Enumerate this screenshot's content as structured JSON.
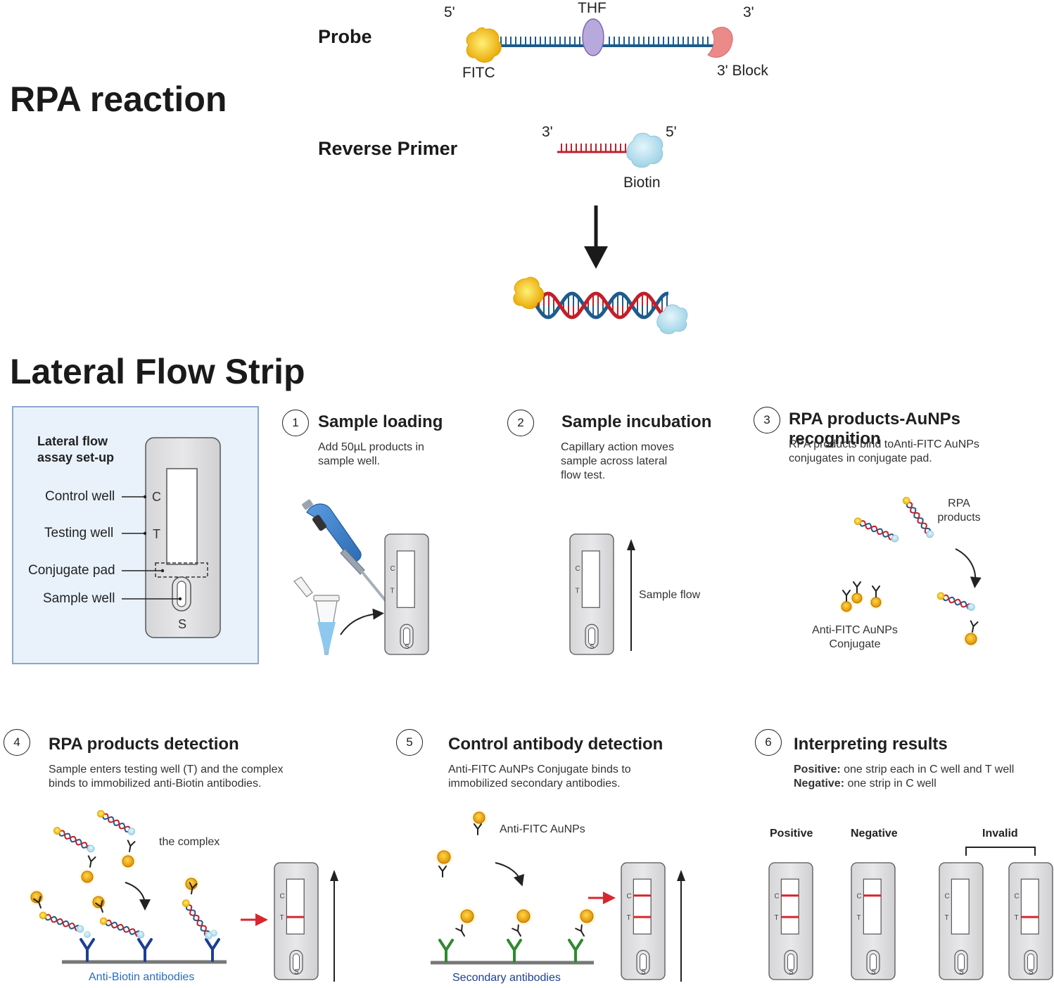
{
  "rpa": {
    "title": "RPA reaction",
    "probe_label": "Probe",
    "reverse_primer_label": "Reverse Primer",
    "probe_5": "5'",
    "probe_3": "3'",
    "thf": "THF",
    "fitc": "FITC",
    "block": "3' Block",
    "rp_3": "3'",
    "rp_5": "5'",
    "biotin": "Biotin"
  },
  "lfs": {
    "title": "Lateral Flow Strip",
    "setup_title_1": "Lateral flow",
    "setup_title_2": "assay set-up",
    "control_well": "Control well",
    "testing_well": "Testing well",
    "conjugate_pad": "Conjugate pad",
    "sample_well": "Sample well",
    "letter_c": "C",
    "letter_t": "T",
    "letter_s": "S"
  },
  "steps": [
    {
      "num": "1",
      "title": "Sample loading",
      "desc1": "Add 50µL products in",
      "desc2": "sample well."
    },
    {
      "num": "2",
      "title": "Sample incubation",
      "desc1": "Capillary action moves",
      "desc2": "sample across lateral",
      "desc3": "flow test.",
      "flow_label": "Sample flow"
    },
    {
      "num": "3",
      "title": "RPA products-AuNPs recognition",
      "desc1": "RPA products bind toAnti-FITC AuNPs",
      "desc2": "conjugates in conjugate pad.",
      "rpa_products_1": "RPA",
      "rpa_products_2": "products",
      "conj_1": "Anti-FITC AuNPs",
      "conj_2": "Conjugate"
    },
    {
      "num": "4",
      "title": "RPA products detection",
      "desc1": "Sample enters testing well (T) and the complex",
      "desc2": "binds to immobilized anti-Biotin antibodies.",
      "complex": "the complex",
      "antibodies": "Anti-Biotin antibodies"
    },
    {
      "num": "5",
      "title": "Control antibody detection",
      "desc1": "Anti-FITC AuNPs Conjugate binds to",
      "desc2": "immobilized secondary antibodies.",
      "aunps": "Anti-FITC AuNPs",
      "antibodies": "Secondary antibodies"
    },
    {
      "num": "6",
      "title": "Interpreting results",
      "pos_bold": "Positive:",
      "pos_text": " one strip each in C well and T well",
      "neg_bold": "Negative:",
      "neg_text": " one strip in C well",
      "positive": "Positive",
      "negative": "Negative",
      "invalid": "Invalid"
    }
  ],
  "colors": {
    "dna_blue": "#1d5b8c",
    "dna_red": "#c0202a",
    "gold": "#f2a900",
    "test_line": "#d8262f",
    "setup_bg": "#e9f2fb",
    "setup_border": "#8aa6d1",
    "antibody_blue": "#1c3f94",
    "antibody_green": "#2f8a2f"
  }
}
